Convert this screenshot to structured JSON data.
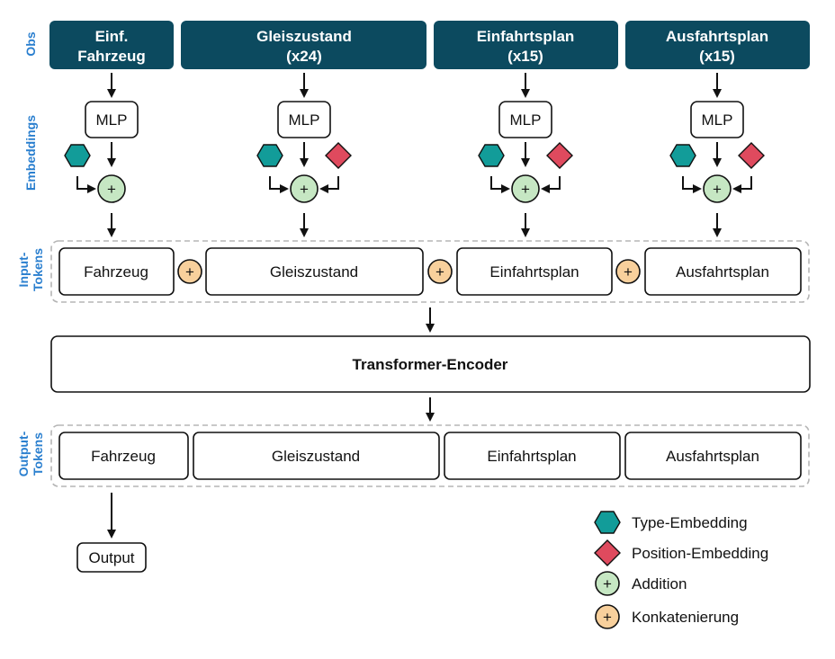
{
  "side_labels": {
    "obs": "Obs",
    "embeddings": "Embeddings",
    "input_tokens": [
      "Input-",
      "Tokens"
    ],
    "output_tokens": [
      "Output-",
      "Tokens"
    ]
  },
  "obs_headers": [
    {
      "line1": "Einf.",
      "line2": "Fahrzeug"
    },
    {
      "line1": "Gleiszustand",
      "line2": "(x24)"
    },
    {
      "line1": "Einfahrtsplan",
      "line2": "(x15)"
    },
    {
      "line1": "Ausfahrtsplan",
      "line2": "(x15)"
    }
  ],
  "mlp_label": "MLP",
  "plus_symbol": "+",
  "input_tokens": [
    "Fahrzeug",
    "Gleiszustand",
    "Einfahrtsplan",
    "Ausfahrtsplan"
  ],
  "encoder_label": "Transformer-Encoder",
  "output_tokens": [
    "Fahrzeug",
    "Gleiszustand",
    "Einfahrtsplan",
    "Ausfahrtsplan"
  ],
  "output_label": "Output",
  "legend": {
    "type_embedding": "Type-Embedding",
    "position_embedding": "Position-Embedding",
    "addition": "Addition",
    "concatenation": "Konkatenierung"
  },
  "colors": {
    "obs_header": "#0c4a5f",
    "type_embedding": "#129c99",
    "position_embedding": "#df4a5e",
    "addition": "#c6e7c3",
    "concatenation": "#f8d09c",
    "side_label": "#2a7fcf"
  }
}
